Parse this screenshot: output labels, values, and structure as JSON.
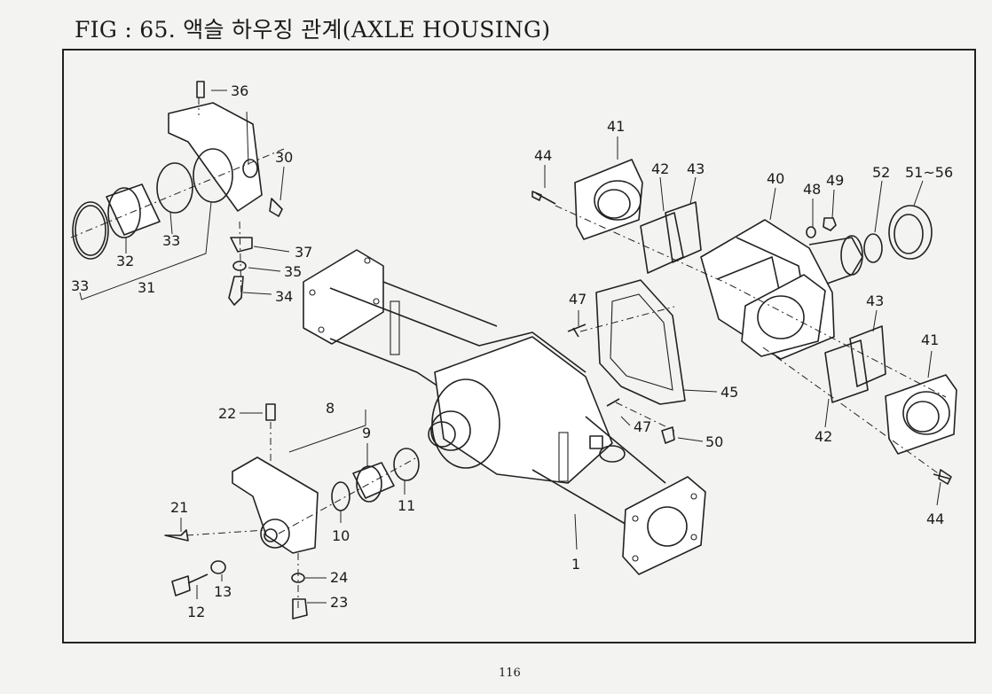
{
  "figure": {
    "title": "FIG : 65. 액슬 하우징 관계(AXLE HOUSING)",
    "page_number": "116"
  },
  "callouts": {
    "p1": "1",
    "p8": "8",
    "p9": "9",
    "p10": "10",
    "p11": "11",
    "p12": "12",
    "p13": "13",
    "p21": "21",
    "p22": "22",
    "p23": "23",
    "p24": "24",
    "p30": "30",
    "p31": "31",
    "p32": "32",
    "p33a": "33",
    "p33b": "33",
    "p34": "34",
    "p35": "35",
    "p36": "36",
    "p37": "37",
    "p40": "40",
    "p41a": "41",
    "p41b": "41",
    "p42a": "42",
    "p42b": "42",
    "p43a": "43",
    "p43b": "43",
    "p44a": "44",
    "p44b": "44",
    "p45": "45",
    "p47a": "47",
    "p47b": "47",
    "p48": "48",
    "p49": "49",
    "p50": "50",
    "p51_56": "51~56",
    "p52": "52"
  }
}
